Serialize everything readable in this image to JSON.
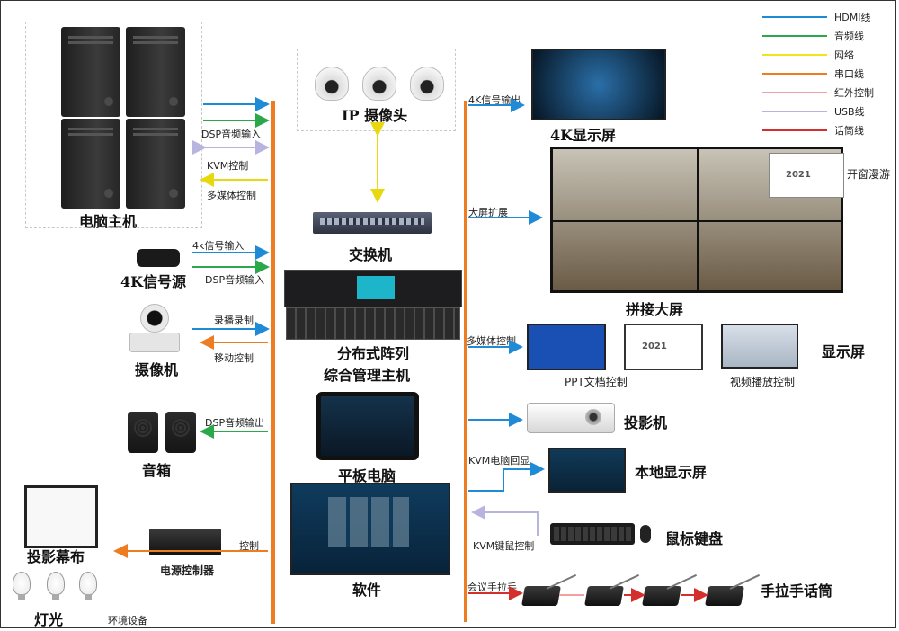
{
  "legend": [
    {
      "label": "HDMI线",
      "color": "#1f8ad6"
    },
    {
      "label": "音频线",
      "color": "#2aa84a"
    },
    {
      "label": "网络",
      "color": "#f2e31b"
    },
    {
      "label": "串口线",
      "color": "#ee7d22"
    },
    {
      "label": "红外控制",
      "color": "#f0a1a1"
    },
    {
      "label": "USB线",
      "color": "#b8b4e0"
    },
    {
      "label": "话筒线",
      "color": "#d4302b"
    }
  ],
  "titles": {
    "pc": "电脑主机",
    "ipcam": "IP 摄像头",
    "switch": "交换机",
    "src4k": "4K信号源",
    "camera": "摄像机",
    "matrix_a": "分布式阵列",
    "matrix_b": "综合管理主机",
    "speaker": "音箱",
    "tablet": "平板电脑",
    "software": "软件",
    "proj_screen": "投影幕布",
    "lights": "灯光",
    "power_ctrl": "电源控制器",
    "env": "环境设备",
    "disp4k": "4K显示屏",
    "videowall": "拼接大屏",
    "displays": "显示屏",
    "projector": "投影机",
    "local_disp": "本地显示屏",
    "kbm": "鼠标键盘",
    "mic": "手拉手话筒"
  },
  "labels": {
    "dsp_in_1": "DSP音频输入",
    "kvm_ctrl": "KVM控制",
    "media_ctrl": "多媒体控制",
    "in_4k": "4k信号输入",
    "dsp_in_2": "DSP音频输入",
    "rec_live": "录播录制",
    "move_ctrl": "移动控制",
    "dsp_out": "DSP音频输出",
    "control": "控制",
    "out_4k": "4K信号输出",
    "big_ext": "大屏扩展",
    "roam": "开窗漫游",
    "media_ctrl_r": "多媒体控制",
    "ppt_ctrl": "PPT文档控制",
    "video_ctrl": "视频播放控制",
    "kvm_echo": "KVM电脑回显",
    "kvm_kbm": "KVM键鼠控制",
    "conf_mic": "会议手拉手"
  },
  "screens": {
    "slide_year": "2021"
  }
}
